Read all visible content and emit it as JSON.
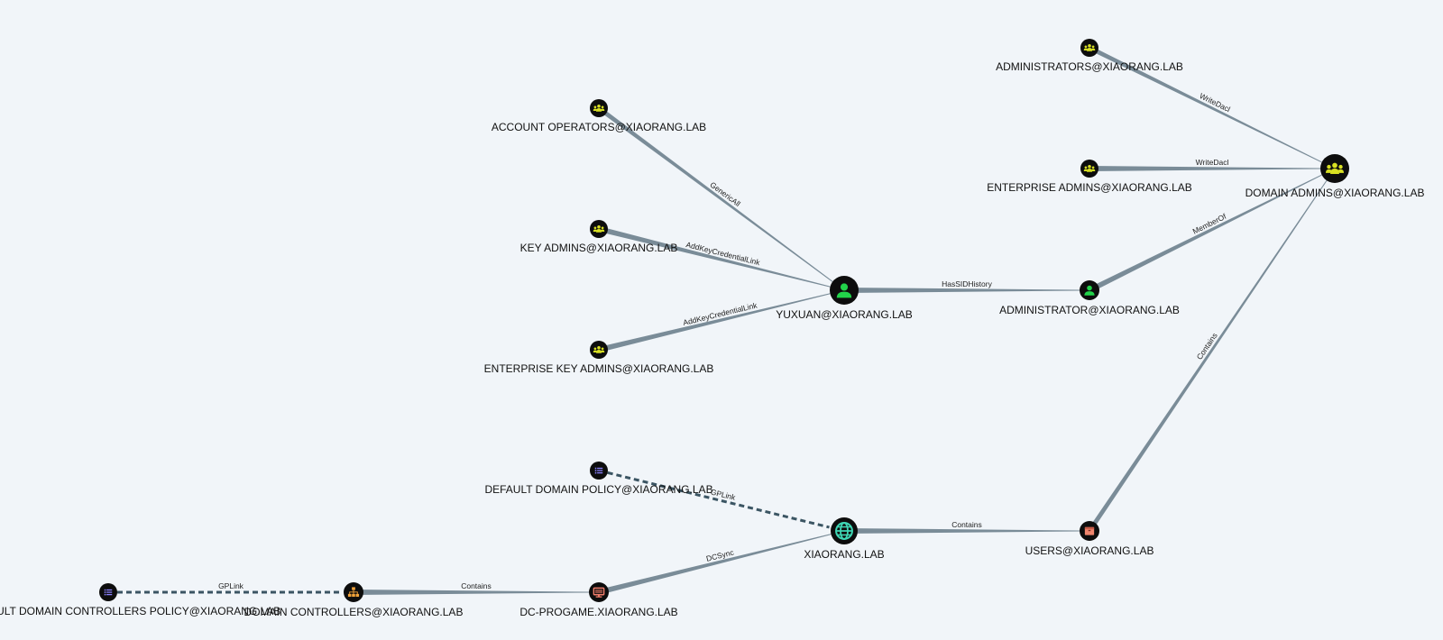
{
  "colors": {
    "background": "#f1f5f9",
    "edge": "#7a8c98",
    "edge_dashed": "#3b5563",
    "node_bg": "#0d0d0d",
    "group_icon": "#d8e022",
    "user_icon": "#22d34a",
    "domain_icon": "#3fd6b4",
    "gpo_icon": "#8d83ff",
    "ou_icon": "#f2a33a",
    "computer_icon": "#f07d6b",
    "container_icon": "#f0866e"
  },
  "nodes": {
    "administrators": {
      "label": "ADMINISTRATORS@XIAORANG.LAB",
      "type": "group",
      "icon": "group-icon"
    },
    "account_operators": {
      "label": "ACCOUNT OPERATORS@XIAORANG.LAB",
      "type": "group",
      "icon": "group-icon"
    },
    "enterprise_admins": {
      "label": "ENTERPRISE ADMINS@XIAORANG.LAB",
      "type": "group",
      "icon": "group-icon"
    },
    "domain_admins": {
      "label": "DOMAIN ADMINS@XIAORANG.LAB",
      "type": "group",
      "icon": "group-icon"
    },
    "key_admins": {
      "label": "KEY ADMINS@XIAORANG.LAB",
      "type": "group",
      "icon": "group-icon"
    },
    "yuxuan": {
      "label": "YUXUAN@XIAORANG.LAB",
      "type": "user",
      "icon": "user-icon"
    },
    "administrator": {
      "label": "ADMINISTRATOR@XIAORANG.LAB",
      "type": "user",
      "icon": "user-icon"
    },
    "enterprise_key_admins": {
      "label": "ENTERPRISE KEY ADMINS@XIAORANG.LAB",
      "type": "group",
      "icon": "group-icon"
    },
    "default_domain_policy": {
      "label": "DEFAULT DOMAIN POLICY@XIAORANG.LAB",
      "type": "gpo",
      "icon": "gpo-list-icon"
    },
    "xiaorang": {
      "label": "XIAORANG.LAB",
      "type": "domain",
      "icon": "globe-icon"
    },
    "users": {
      "label": "USERS@XIAORANG.LAB",
      "type": "container",
      "icon": "container-box-icon"
    },
    "default_dc_policy": {
      "label": "DEFAULT DOMAIN CONTROLLERS POLICY@XIAORANG.LAB",
      "type": "gpo",
      "icon": "gpo-list-icon"
    },
    "domain_controllers": {
      "label": "DOMAIN CONTROLLERS@XIAORANG.LAB",
      "type": "ou",
      "icon": "org-tree-icon"
    },
    "dc_progame": {
      "label": "DC-PROGAME.XIAORANG.LAB",
      "type": "computer",
      "icon": "computer-icon"
    }
  },
  "edges": [
    {
      "id": "e1",
      "from": "administrators",
      "to": "domain_admins",
      "label": "WriteDacl"
    },
    {
      "id": "e2",
      "from": "enterprise_admins",
      "to": "domain_admins",
      "label": "WriteDacl"
    },
    {
      "id": "e3",
      "from": "administrator",
      "to": "domain_admins",
      "label": "MemberOf"
    },
    {
      "id": "e4",
      "from": "users",
      "to": "domain_admins",
      "label": "Contains"
    },
    {
      "id": "e5",
      "from": "account_operators",
      "to": "yuxuan",
      "label": "GenericAll"
    },
    {
      "id": "e6",
      "from": "key_admins",
      "to": "yuxuan",
      "label": "AddKeyCredentialLink"
    },
    {
      "id": "e7",
      "from": "enterprise_key_admins",
      "to": "yuxuan",
      "label": "AddKeyCredentialLink"
    },
    {
      "id": "e8",
      "from": "yuxuan",
      "to": "administrator",
      "label": "HasSIDHistory"
    },
    {
      "id": "e9",
      "from": "default_domain_policy",
      "to": "xiaorang",
      "label": "GPLink",
      "dashed": true
    },
    {
      "id": "e10",
      "from": "xiaorang",
      "to": "users",
      "label": "Contains"
    },
    {
      "id": "e11",
      "from": "dc_progame",
      "to": "xiaorang",
      "label": "DCSync"
    },
    {
      "id": "e12",
      "from": "domain_controllers",
      "to": "dc_progame",
      "label": "Contains"
    },
    {
      "id": "e13",
      "from": "default_dc_policy",
      "to": "domain_controllers",
      "label": "GPLink",
      "dashed": true
    }
  ]
}
